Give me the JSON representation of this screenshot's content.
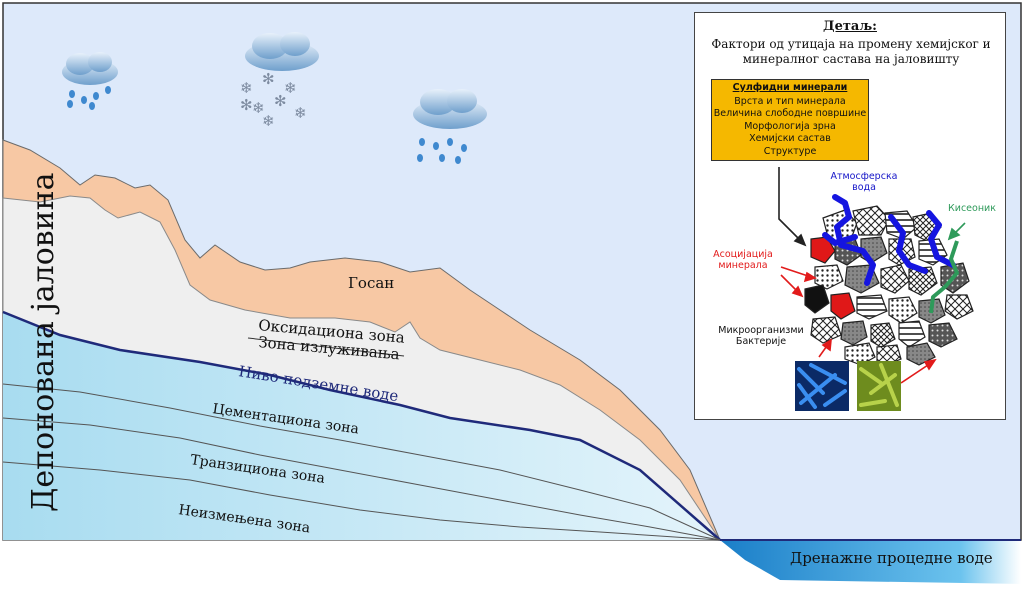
{
  "main": {
    "rotated_title": "Депонована јаловина",
    "gossan": "Госан",
    "oxidation_zone": "Оксидациона зона",
    "leaching_zone": "Зона излуживања",
    "water_table": "Ниво подземне воде",
    "cementation_zone": "Цементациона зона",
    "transition_zone": "Транзициона зона",
    "unchanged_zone": "Неизмењена зона",
    "drainage": "Дренажне процедне воде"
  },
  "detail": {
    "title": "Детаљ:",
    "subtitle_line1": "Фактори од утицаја на промену хемијског и",
    "subtitle_line2": "минералног састава на јаловишту",
    "sulfide_header": "Сулфидни минерали",
    "sulfide_items": [
      "Врста и тип минерала",
      "Величина слободне површине",
      "Морфологија зрна",
      "Хемијски састав",
      "Структуре"
    ],
    "atmospheric_water_1": "Атмосферска",
    "atmospheric_water_2": "вода",
    "oxygen": "Кисеоник",
    "association_1": "Асоцијација",
    "association_2": "минерала",
    "microorganisms": "Микроорганизми",
    "bacteria": "Бактерије"
  },
  "colors": {
    "sky": "#dde9fa",
    "gossan": "#f7c8a4",
    "oxidation": "#efefef",
    "groundwater": "#bfe6f5",
    "water_table_line": "#1f2a7a",
    "sulfide_box": "#f5b800",
    "water_arrow": "#1515e0",
    "oxygen_arrow": "#2e9a5a",
    "association_arrow": "#e21b1b"
  },
  "icons": [
    "rain-cloud-icon",
    "snow-cloud-icon",
    "rain-cloud-icon",
    "bacteria-image-blue",
    "bacteria-image-green"
  ]
}
